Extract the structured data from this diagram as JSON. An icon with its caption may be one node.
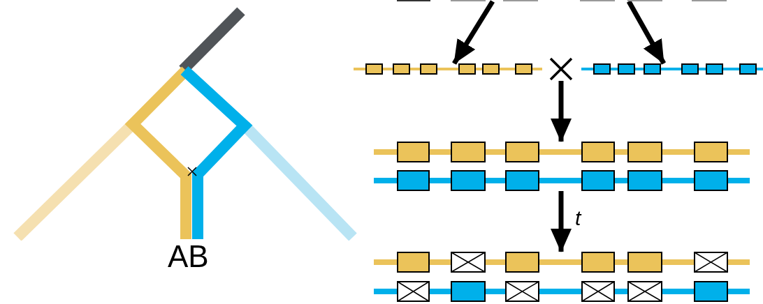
{
  "diagram": {
    "nodes": [
      {
        "text": [],
        "shape": "bar"
      },
      {
        "text": [],
        "shape": "bar"
      },
      {
        "text": [],
        "shape": "bar"
      },
      {
        "text": [],
        "shape": "cross"
      },
      {
        "text": [],
        "shape": "bar"
      },
      {
        "text": [],
        "shape": "bar"
      },
      {
        "text": [],
        "shape": "bar"
      },
      {
        "text": [],
        "shape": "bar"
      },
      {
        "text": [],
        "shape": "bar"
      }
    ],
    "edges": [
      {
        "from": 0,
        "to": 2,
        "arrow": "to"
      },
      {
        "from": 1,
        "to": 4,
        "arrow": "to"
      },
      {
        "from": 3,
        "to": 5,
        "arrow": "to"
      },
      {
        "from": 6,
        "to": 7,
        "arrow": "to",
        "label": "t"
      }
    ],
    "labels": [
      "AB"
    ]
  }
}
